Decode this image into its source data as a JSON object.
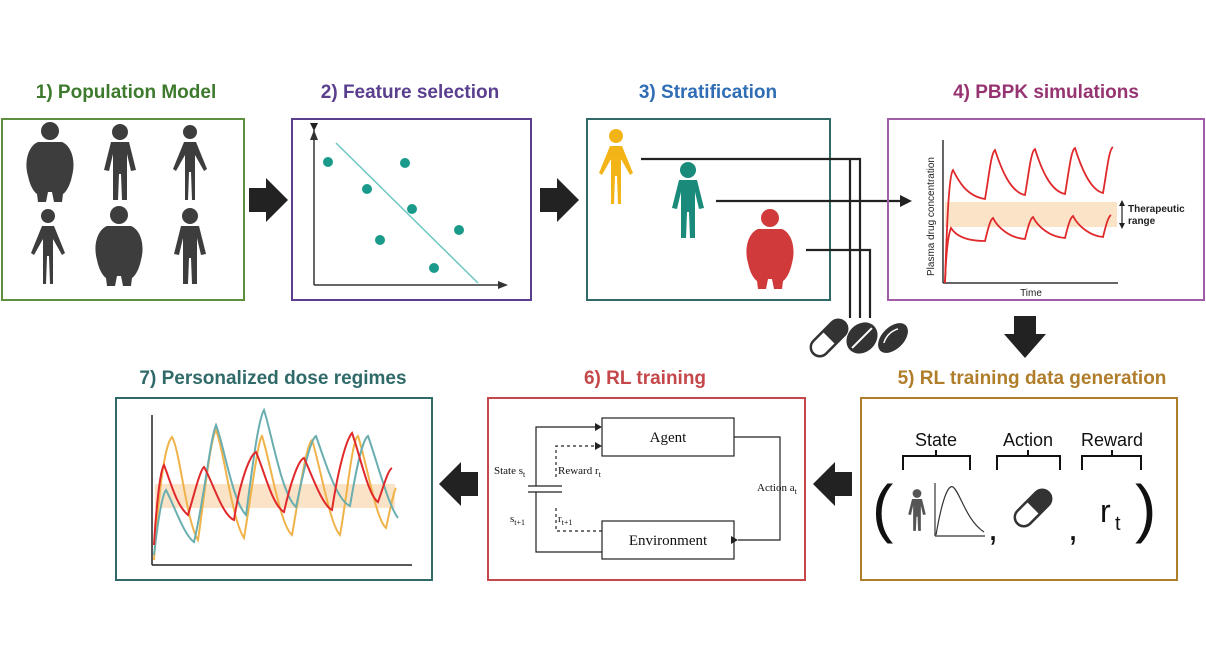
{
  "steps": {
    "s1": {
      "title": "1) Population Model",
      "color": "#3e7a2e"
    },
    "s2": {
      "title": "2) Feature selection",
      "color": "#5a3f8f"
    },
    "s3": {
      "title": "3) Stratification",
      "color": "#2f6db5"
    },
    "s4": {
      "title": "4) PBPK simulations",
      "color": "#963472"
    },
    "s5": {
      "title": "5) RL training data generation",
      "color": "#b07d2a"
    },
    "s6": {
      "title": "6) RL training",
      "color": "#c4474a"
    },
    "s7": {
      "title": "7) Personalized dose regimes",
      "color": "#2f6a68"
    }
  },
  "box_borders": {
    "s1": "#5e8f3c",
    "s2": "#5a3f8f",
    "s3": "#2f6a68",
    "s4": "#a35da8",
    "s5": "#b07d2a",
    "s6": "#c4474a",
    "s7": "#2f6a68"
  },
  "pbpk": {
    "ylabel": "Plasma drug concentration",
    "xlabel": "Time",
    "range_label_1": "Therapeutic",
    "range_label_2": "range"
  },
  "rl_loop": {
    "agent": "Agent",
    "environment": "Environment",
    "state": "State s",
    "state_sub": "t",
    "reward": "Reward r",
    "reward_sub": "t",
    "action": "Action a",
    "action_sub": "t",
    "next_state": "s",
    "next_state_sub": "t+1",
    "next_reward": "r",
    "next_reward_sub": "t+1"
  },
  "tuple": {
    "state": "State",
    "action": "Action",
    "reward": "Reward",
    "reward_symbol": "r",
    "reward_sub": "t"
  },
  "colors": {
    "teal_dot": "#1a9a8a",
    "person_dark": "#3d3d3d",
    "person_yellow": "#f2b417",
    "person_teal": "#1a8a7a",
    "person_red": "#d13a3a",
    "curve_red": "#e0292b",
    "therapeutic_band": "#fbe3c8",
    "curve_teal": "#6aaeb0",
    "curve_orange": "#f0b34a"
  }
}
